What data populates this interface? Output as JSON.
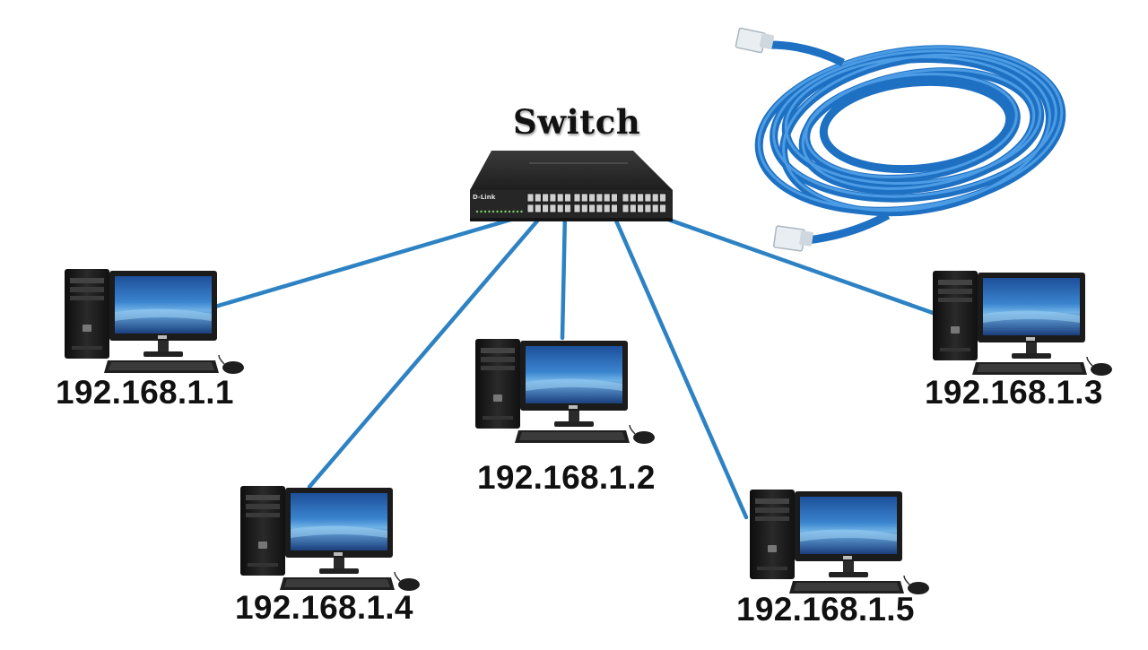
{
  "diagram": {
    "switch": {
      "label": "Switch",
      "brand": "D-Link"
    },
    "computers": [
      {
        "id": "pc-1",
        "ip": "192.168.1.1"
      },
      {
        "id": "pc-2",
        "ip": "192.168.1.2"
      },
      {
        "id": "pc-3",
        "ip": "192.168.1.3"
      },
      {
        "id": "pc-4",
        "ip": "192.168.1.4"
      },
      {
        "id": "pc-5",
        "ip": "192.168.1.5"
      }
    ],
    "colors": {
      "cable": "#2d82c4",
      "coil": "#1f7fd6",
      "switch_body": "#2b2b2b",
      "screen": "#2f6fb8"
    }
  }
}
